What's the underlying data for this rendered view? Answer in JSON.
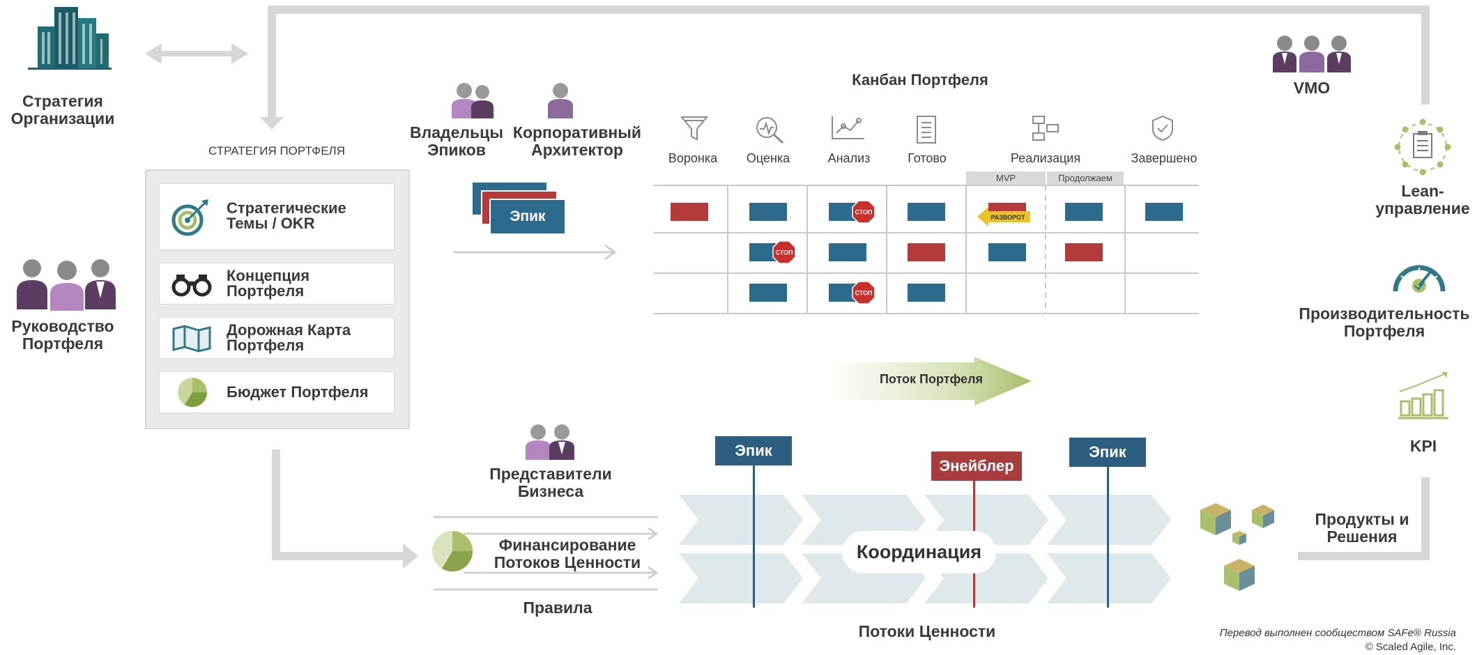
{
  "org_strategy": {
    "label_line1": "Стратегия",
    "label_line2": "Организации"
  },
  "portfolio_strategy": {
    "heading": "СТРАТЕГИЯ ПОРТФЕЛЯ",
    "items": [
      {
        "line1": "Стратегические",
        "line2": "Темы / OKR",
        "icon": "target-icon"
      },
      {
        "line1": "Концепция",
        "line2": "Портфеля",
        "icon": "binoculars-icon"
      },
      {
        "line1": "Дорожная Карта",
        "line2": "Портфеля",
        "icon": "map-icon"
      },
      {
        "line1": "Бюджет Портфеля",
        "line2": "",
        "icon": "pie-icon"
      }
    ]
  },
  "portfolio_leadership": {
    "line1": "Руководство",
    "line2": "Портфеля"
  },
  "epic_owners": {
    "line1": "Владельцы",
    "line2": "Эпиков"
  },
  "enterprise_architect": {
    "line1": "Корпоративный",
    "line2": "Архитектор"
  },
  "epic_stack_label": "Эпик",
  "kanban": {
    "title": "Канбан Портфеля",
    "columns": [
      "Воронка",
      "Оценка",
      "Анализ",
      "Готово",
      "Реализация",
      "Завершено"
    ],
    "subcolumns": [
      "MVP",
      "Продолжаем"
    ],
    "stop_label": "СТОП",
    "pivot_label": "РАЗВОРОТ"
  },
  "portfolio_flow": "Поток Портфеля",
  "business_owners": {
    "line1": "Представители",
    "line2": "Бизнеса"
  },
  "funding": {
    "line1": "Финансирование",
    "line2": "Потоков Ценности"
  },
  "guardrails": "Правила",
  "value_streams": {
    "coordination": "Координация",
    "caption": "Потоки Ценности",
    "flags": [
      "Эпик",
      "Энейблер",
      "Эпик"
    ]
  },
  "vmo": "VMO",
  "lean_governance": {
    "line1": "Lean-",
    "line2": "управление"
  },
  "portfolio_performance": {
    "line1": "Производительность",
    "line2": "Портфеля"
  },
  "kpi": "KPI",
  "products": {
    "line1": "Продукты и",
    "line2": "Решения"
  },
  "footer": {
    "translation": "Перевод выполнен сообществом SAFe® Russia",
    "copyright": "© Scaled Agile, Inc."
  },
  "colors": {
    "blue": "#2c6a8e",
    "red": "#b53a3a",
    "green": "#a9bf6b",
    "purple": "#8b6a9e",
    "gray": "#d9d9d9"
  }
}
